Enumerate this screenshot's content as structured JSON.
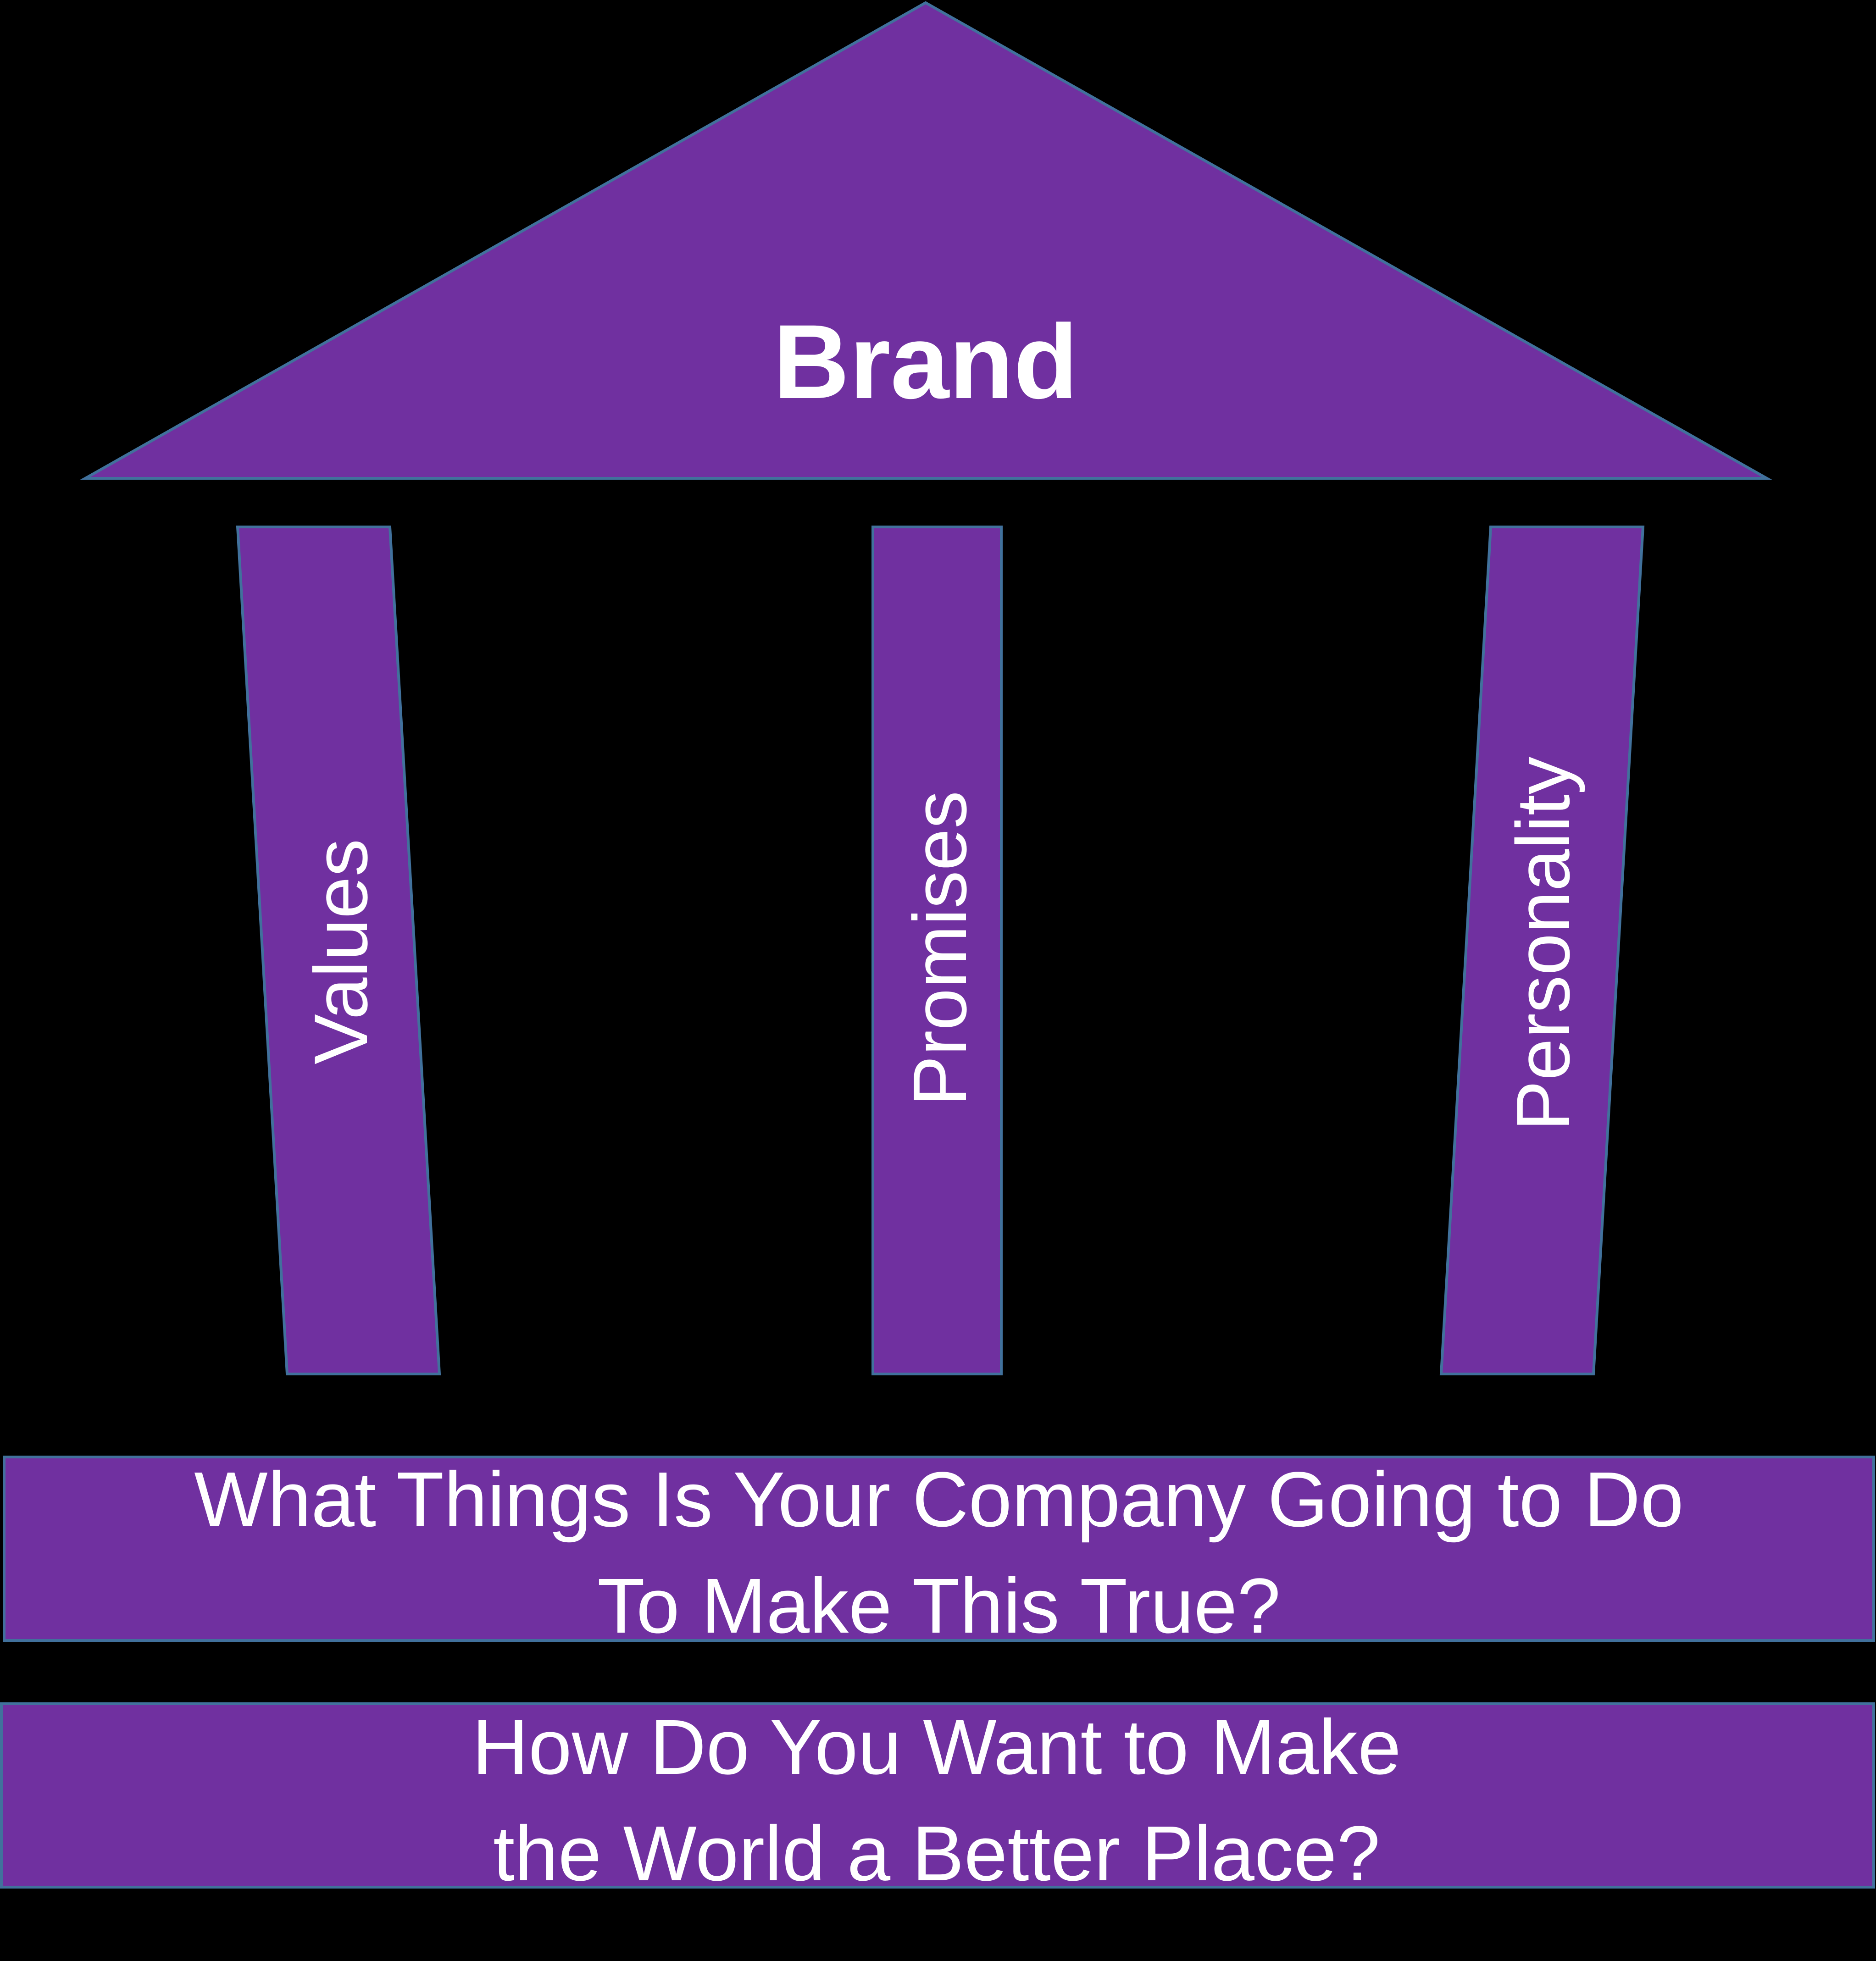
{
  "colors": {
    "background": "#000000",
    "fill": "#7030A0",
    "stroke": "#41719C",
    "text": "#FFFFFF"
  },
  "roof": {
    "label": "Brand"
  },
  "pillars": [
    {
      "label": "Values"
    },
    {
      "label": "Promises"
    },
    {
      "label": "Personality"
    }
  ],
  "foundation": {
    "upper": {
      "line1": "What Things Is Your Company Going to Do",
      "line2": "To Make This True?"
    },
    "lower": {
      "line1": "How Do You Want to Make",
      "line2": "the World a Better Place?"
    }
  }
}
